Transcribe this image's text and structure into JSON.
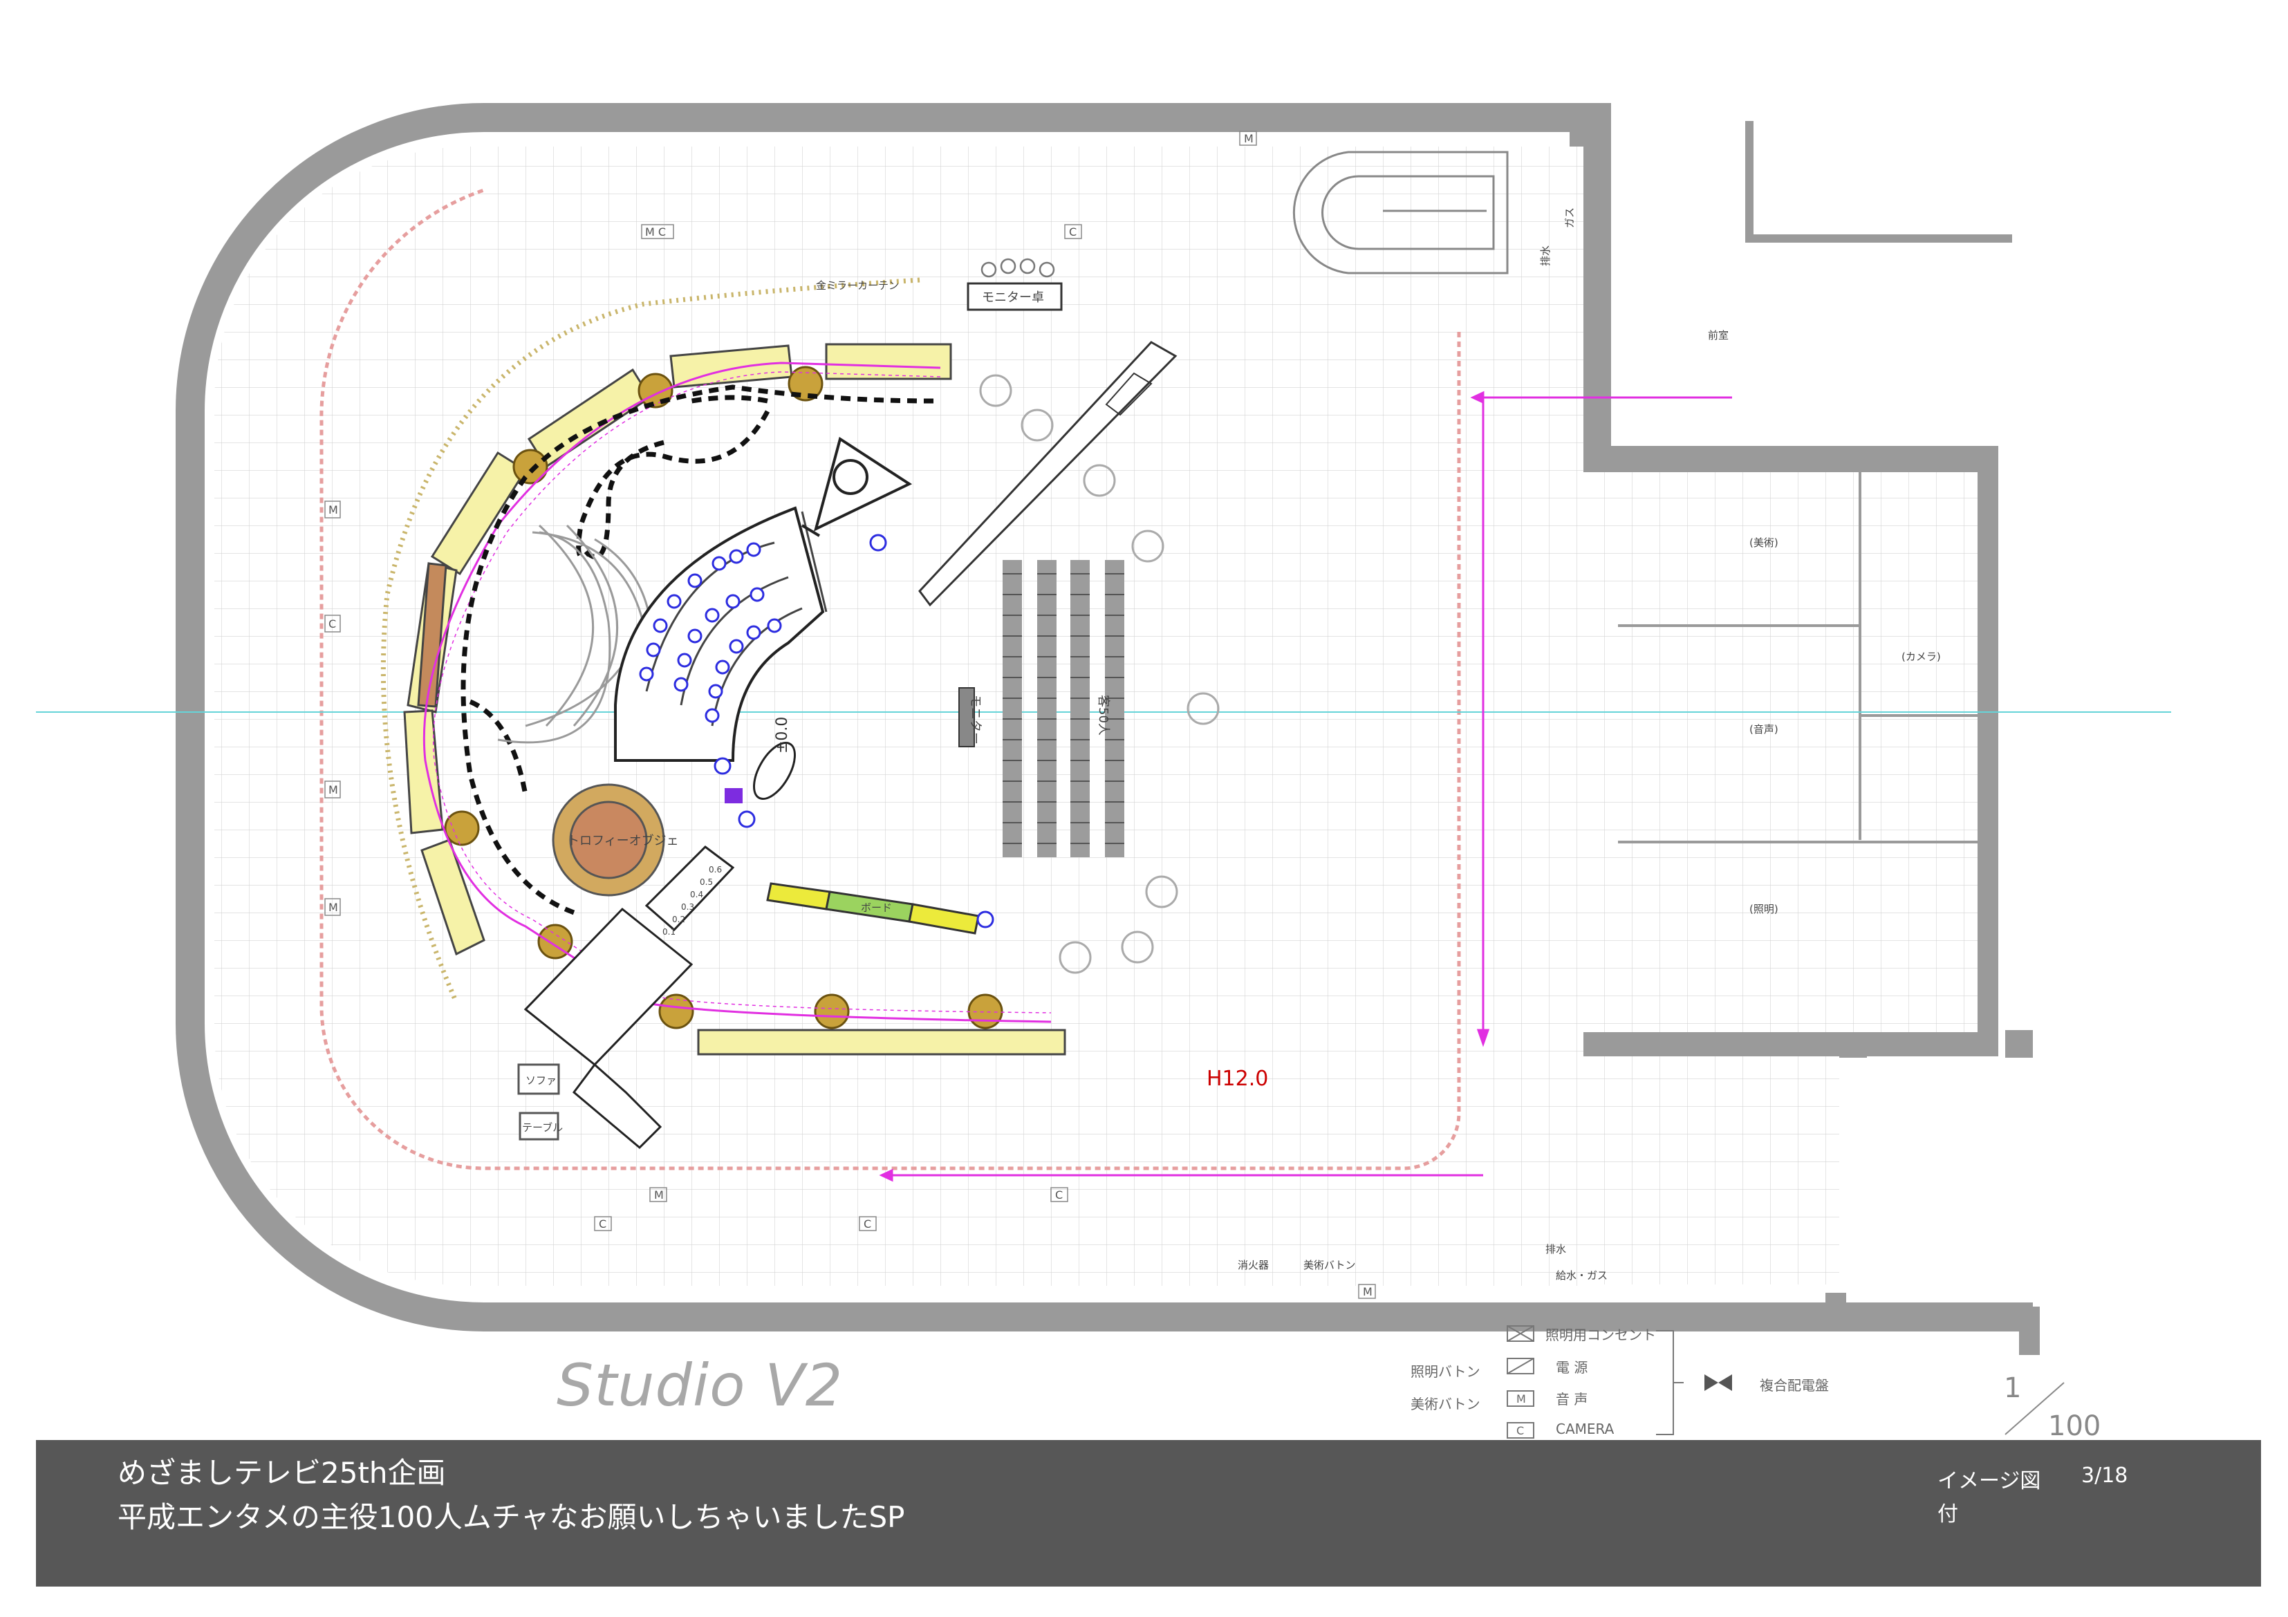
{
  "studio_name": "Studio V2",
  "labels": {
    "monitor_desk": "モニター卓",
    "mirror_curtain": "金ミラーカーテン",
    "monitor": "モニター",
    "height_zero": "±0.0",
    "audience_seats": "客50人",
    "trophy_object": "トロフィーオブジェ",
    "board": "ボード",
    "sofa": "ソファ",
    "table": "テーブル",
    "height_value": "H12.0",
    "anteroom": "前室",
    "room_art": "(美術)",
    "room_camera": "(カメラ)",
    "room_audio": "(音声)",
    "room_lighting": "(照明)",
    "drain": "排水",
    "gas": "ガス",
    "fire_hydrant": "消火器",
    "art_baton": "美術バトン",
    "water_gas": "給水・ガス",
    "drain2": "排水"
  },
  "grid_markers": {
    "m": "M",
    "c": "C",
    "mc": "M C"
  },
  "step_labels": [
    "0.6",
    "0.5",
    "0.4",
    "0.3",
    "0.2",
    "0.1"
  ],
  "legend": {
    "lighting_outlet": "照明用コンセント",
    "power": "電 源",
    "audio": "音 声",
    "camera": "CAMERA",
    "lighting_baton": "照明バトン",
    "art_baton": "美術バトン",
    "compound_panel": "複合配電盤",
    "key_m": "M",
    "key_c": "C"
  },
  "scale": {
    "numerator": "1",
    "denominator": "100"
  },
  "footer": {
    "title_line1": "めざましテレビ25th企画",
    "title_line2": "平成エンタメの主役100人ムチャなお願いしちゃいましたSP",
    "image_label": "イメージ図",
    "page": "3/18",
    "date_label": "付"
  },
  "colors": {
    "wall": "#9a9a9a",
    "grid": "#cfcfcf",
    "yellow_panel": "#f6f2a8",
    "brown_panel": "#c48a5c",
    "gold_column": "#c9a23b",
    "magenta_line": "#e12fe1",
    "cyan_line": "#66d4d8",
    "trophy_outer": "#d2a95f",
    "trophy_inner": "#c98860",
    "board_yellow": "#ecea3b",
    "board_green": "#9bd35f",
    "chair_blue": "#2c2ce0",
    "height_red": "#cc0000",
    "footer_bg": "#575757"
  }
}
